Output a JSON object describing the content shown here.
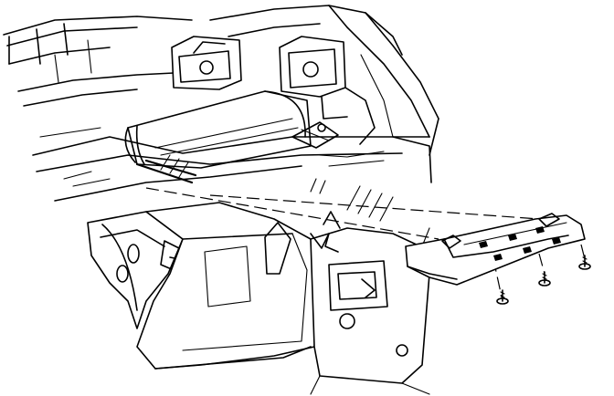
{
  "figure": {
    "kind": "exploded-view line drawing",
    "colors": {
      "ink": "#000000",
      "paper": "#ffffff"
    },
    "parts": [
      "vehicle-rear-structure",
      "rear-seat-crossmember",
      "seat-belt-anchor-bracket",
      "fuel-tank-shield-panel",
      "panel-screws"
    ],
    "screw_count": 3
  }
}
